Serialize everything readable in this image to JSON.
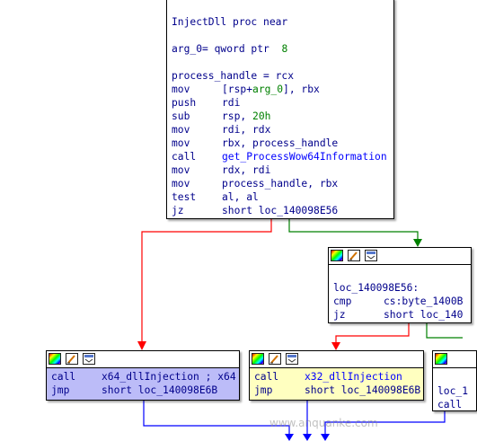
{
  "main_node": {
    "lines": [
      {
        "kind": "blank"
      },
      {
        "kind": "label",
        "text": "InjectDll proc near"
      },
      {
        "kind": "blank"
      },
      {
        "kind": "argdef",
        "name": "arg_0",
        "rest": "= qword ptr  ",
        "value": "8"
      },
      {
        "kind": "blank"
      },
      {
        "kind": "plain",
        "text": "process_handle = rcx"
      },
      {
        "kind": "ins",
        "op": "mov",
        "pre": "[rsp+",
        "hl": "arg_0",
        "post": "], rbx"
      },
      {
        "kind": "ins",
        "op": "push",
        "pre": "rdi"
      },
      {
        "kind": "ins",
        "op": "sub",
        "pre": "rsp, ",
        "hl": "20h",
        "hlcolor": "green"
      },
      {
        "kind": "ins",
        "op": "mov",
        "pre": "rdi, rdx"
      },
      {
        "kind": "ins",
        "op": "mov",
        "pre": "rbx, process_handle"
      },
      {
        "kind": "ins",
        "op": "call",
        "hl": "get_ProcessWow64Information",
        "hlcolor": "blue"
      },
      {
        "kind": "ins",
        "op": "mov",
        "pre": "rdx, rdi"
      },
      {
        "kind": "ins",
        "op": "mov",
        "pre": "process_handle, rbx"
      },
      {
        "kind": "ins",
        "op": "test",
        "pre": "al, al"
      },
      {
        "kind": "ins",
        "op": "jz",
        "pre": "short loc_140098E56"
      }
    ]
  },
  "loc_node": {
    "lines": [
      {
        "kind": "blank"
      },
      {
        "kind": "label",
        "text": "loc_140098E56:"
      },
      {
        "kind": "ins",
        "op": "cmp",
        "pre": "cs:byte_1400B"
      },
      {
        "kind": "ins",
        "op": "jz",
        "pre": "short loc_140"
      }
    ]
  },
  "x64_node": {
    "lines": [
      {
        "kind": "ins",
        "op": "call",
        "pre": "x64_dllInjection ; x64"
      },
      {
        "kind": "ins",
        "op": "jmp",
        "pre": "short loc_140098E6B"
      }
    ]
  },
  "x32_node": {
    "lines": [
      {
        "kind": "ins",
        "op": "call",
        "hl": "x32_dllInjection",
        "hlcolor": "blue"
      },
      {
        "kind": "ins",
        "op": "jmp",
        "pre": "short loc_140098E6B"
      }
    ]
  },
  "right_node": {
    "lines": [
      {
        "kind": "blank"
      },
      {
        "kind": "plain",
        "text": "loc_1"
      },
      {
        "kind": "plain",
        "text": "call"
      }
    ]
  },
  "watermark": "www.anquanke.com",
  "colors": {
    "edge_false": "#ff0000",
    "edge_true": "#008000",
    "edge_uncond": "#0000ff",
    "node_lavender": "#bcbcf8",
    "node_yellow": "#ffffc0"
  }
}
